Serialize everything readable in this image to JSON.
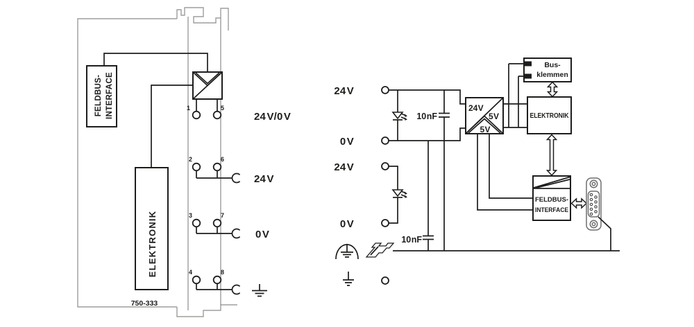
{
  "colors": {
    "line": "#1d1d1b",
    "module_outline_gray": "#9d9d9c",
    "connector_gray": "#6e6e6e",
    "background": "#ffffff"
  },
  "module": {
    "part_number": "750-333",
    "fieldbus_block": {
      "line1": "FELDBUS-",
      "line2": "INTERFACE"
    },
    "elektronik_label": "ELEKTRONIK",
    "terminal_numbers": [
      "1",
      "5",
      "2",
      "6",
      "3",
      "7",
      "4",
      "8"
    ],
    "labels": {
      "jumper": "24 V/0 V",
      "v24": "24 V",
      "v0": "0 V"
    }
  },
  "schematic": {
    "input_labels": {
      "supply_24v": "24 V",
      "supply_0v": "0 V",
      "fieldbus_24v": "24 V",
      "fieldbus_0v": "0 V"
    },
    "capacitors": {
      "c1": "10 nF",
      "c2": "10 nF"
    },
    "converter": {
      "input": "24 V",
      "output_right": "5 V",
      "output_bottom": "5 V"
    },
    "bus_block": {
      "line1": "Bus-",
      "line2": "klemmen"
    },
    "elektronik_label": "ELEKTRONIK",
    "fieldbus_block": {
      "line1": "FELDBUS-",
      "line2": "INTERFACE"
    }
  }
}
